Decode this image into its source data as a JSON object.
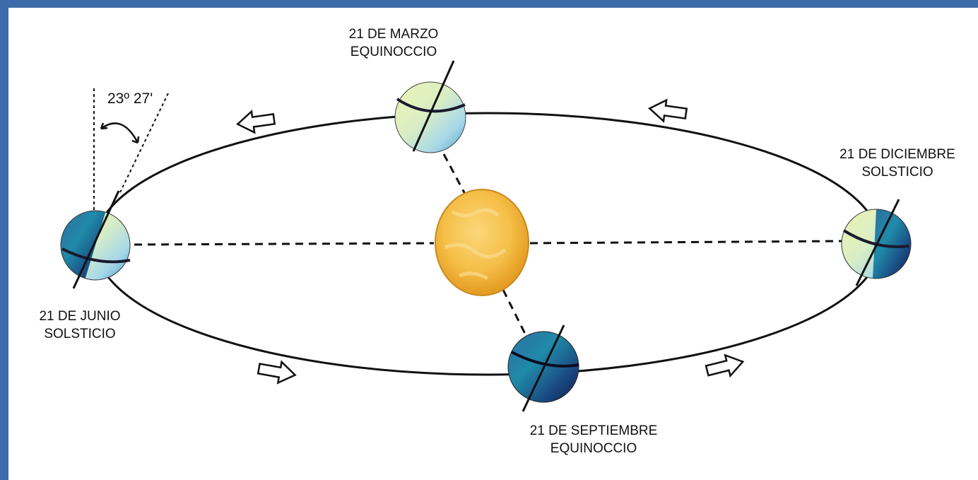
{
  "colors": {
    "frame": "#3d6aa8",
    "orbit": "#111111",
    "sun": "#f3b73b"
  },
  "tilt_label": "23º 27'",
  "positions": [
    {
      "key": "march",
      "date": "21 DE MARZO",
      "event": "EQUINOCCIO"
    },
    {
      "key": "june",
      "date": "21 DE JUNIO",
      "event": "SOLSTICIO"
    },
    {
      "key": "september",
      "date": "21 DE SEPTIEMBRE",
      "event": "EQUINOCCIO"
    },
    {
      "key": "december",
      "date": "21 DE DICIEMBRE",
      "event": "SOLSTICIO"
    }
  ]
}
